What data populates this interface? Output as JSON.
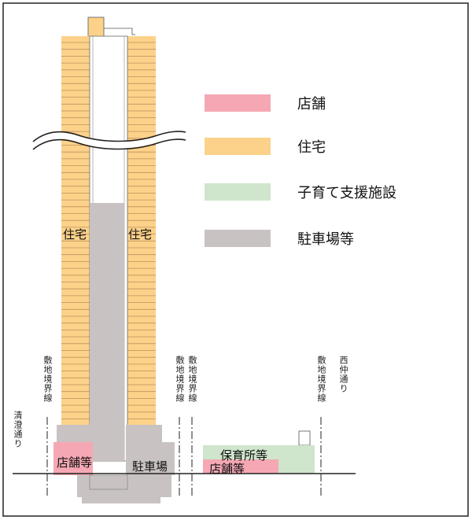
{
  "colors": {
    "retail": "#f5a8b4",
    "residential": "#fcd28a",
    "childcare": "#cfe5cc",
    "parking": "#c9c2c3",
    "frame": "#222222",
    "floor_line": "#c28e5a"
  },
  "legend": [
    {
      "key": "retail",
      "label": "店舗"
    },
    {
      "key": "residential",
      "label": "住宅"
    },
    {
      "key": "childcare",
      "label": "子育て支援施設"
    },
    {
      "key": "parking",
      "label": "駐車場等"
    }
  ],
  "tower": {
    "left_label": "住宅",
    "right_label": "住宅",
    "retail_label": "店舗等",
    "parking_label": "駐車場"
  },
  "annex": {
    "childcare_label": "保育所等",
    "retail_label": "店舗等"
  },
  "annotations": {
    "street_left": "清澄通り",
    "boundary_1": "敷地境界線",
    "boundary_2": "敷地境界線",
    "boundary_3": "敷地境界線",
    "boundary_4": "敷地境界線",
    "street_right": "西仲通り"
  }
}
